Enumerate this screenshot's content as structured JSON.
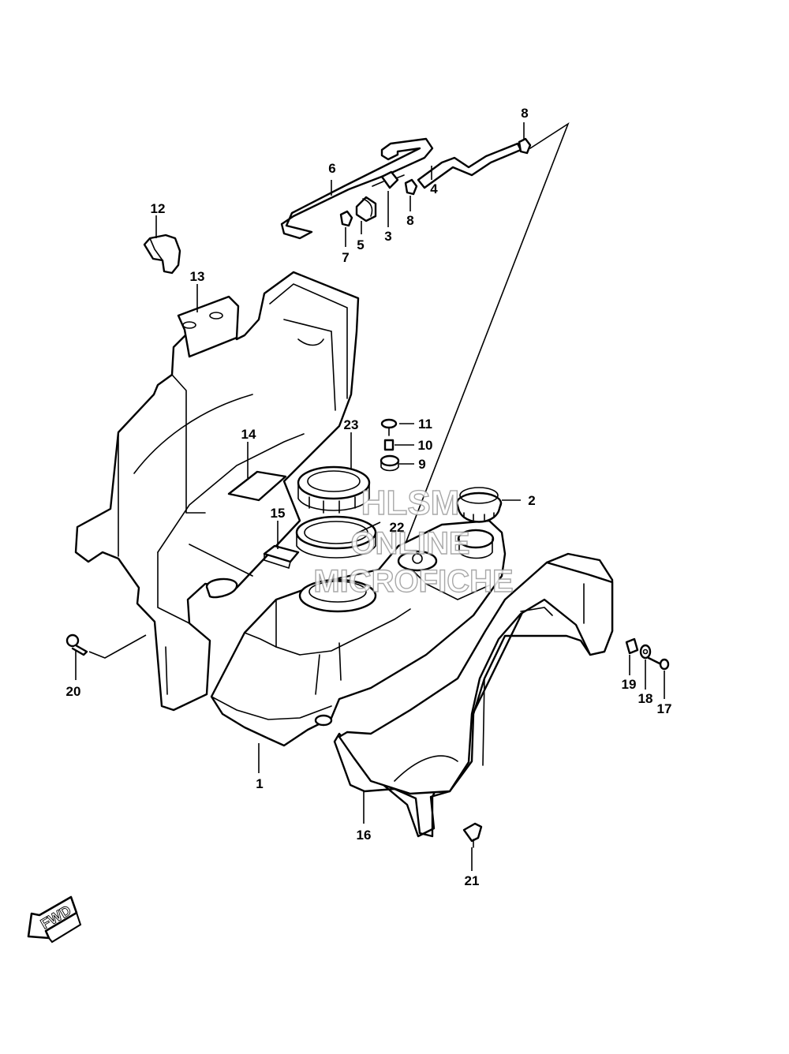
{
  "callouts": {
    "c1": "1",
    "c2": "2",
    "c3": "3",
    "c4": "4",
    "c5": "5",
    "c6": "6",
    "c7": "7",
    "c8a": "8",
    "c8b": "8",
    "c9": "9",
    "c10": "10",
    "c11": "11",
    "c12": "12",
    "c13": "13",
    "c14": "14",
    "c15": "15",
    "c16": "16",
    "c17": "17",
    "c18": "18",
    "c19": "19",
    "c20": "20",
    "c21": "21",
    "c22": "22",
    "c23": "23"
  },
  "watermark": {
    "line1": "HLSM",
    "line2": "ONLINE",
    "line3": "MICROFICHE"
  },
  "direction_arrow": {
    "label": "FWD"
  }
}
